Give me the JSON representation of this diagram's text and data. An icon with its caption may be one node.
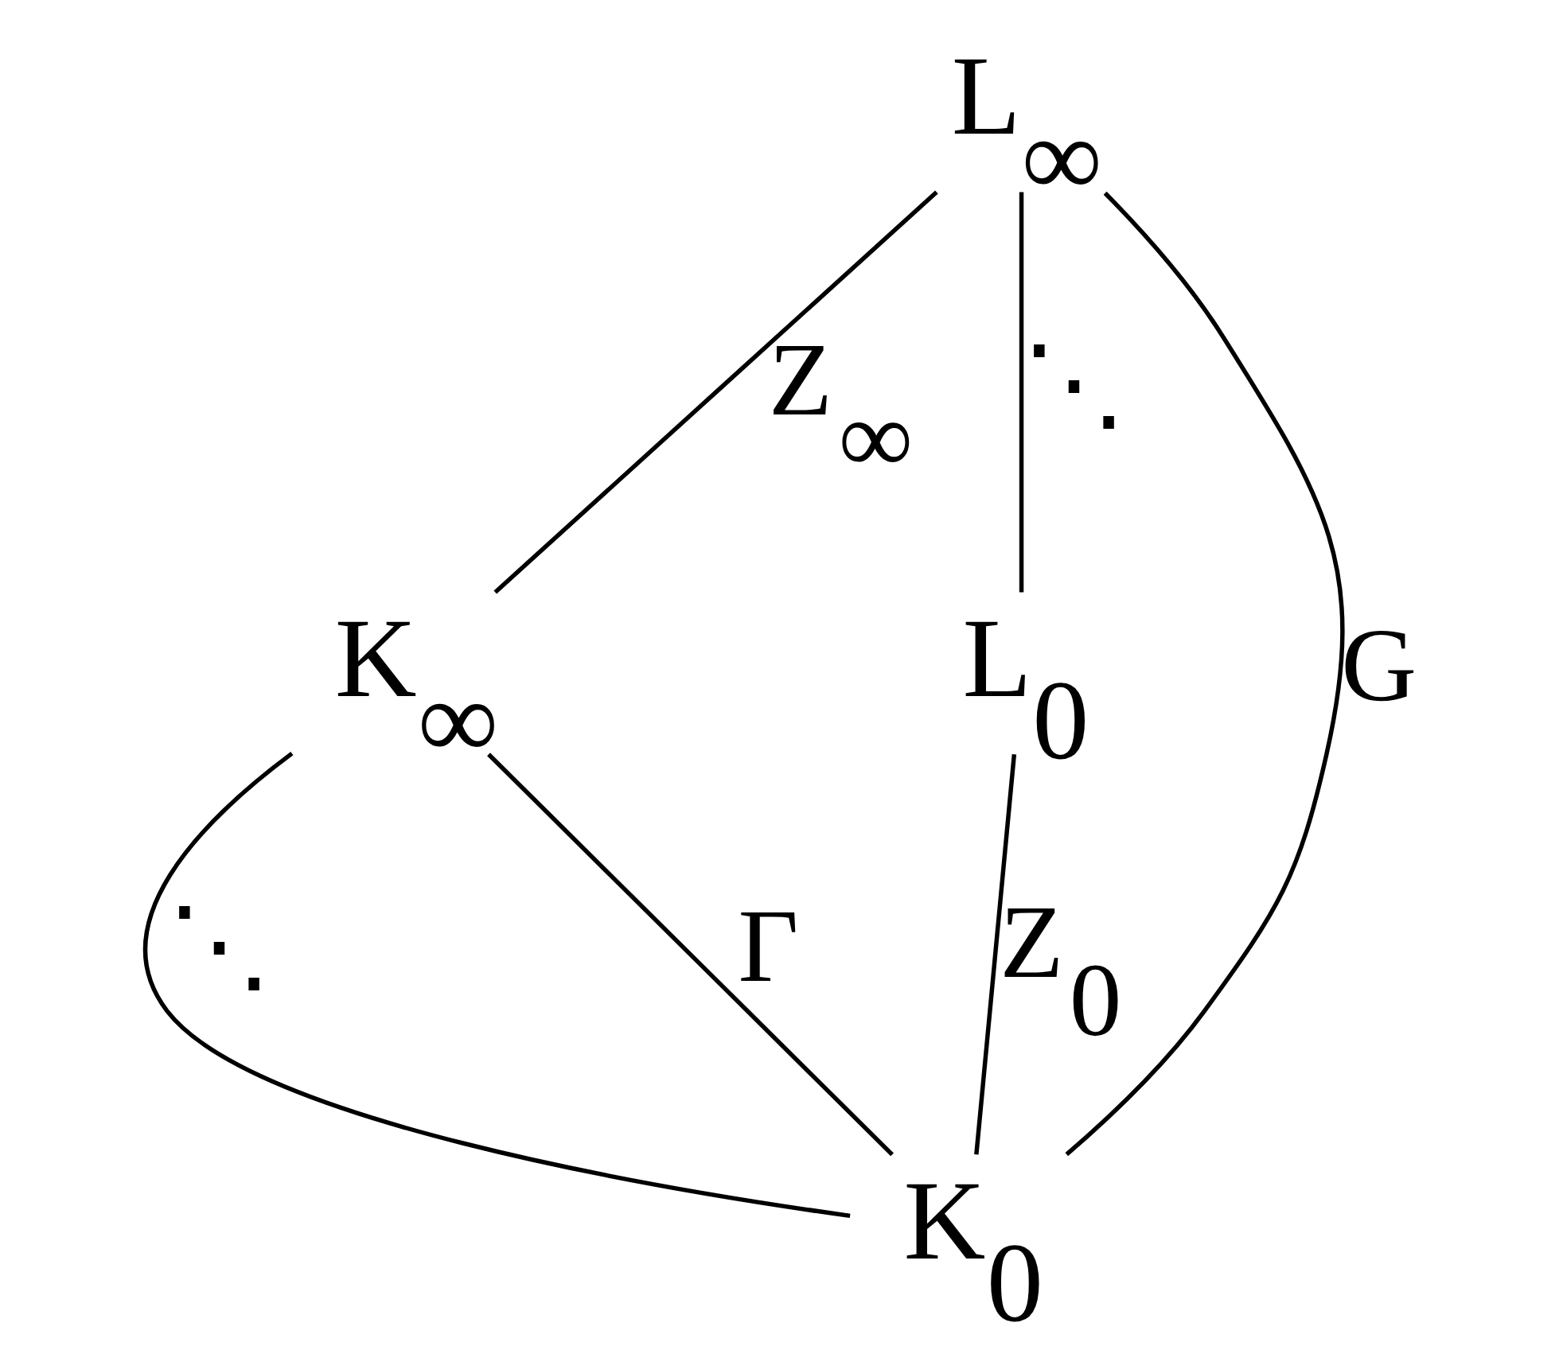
{
  "diagram": {
    "nodes": [
      {
        "text": [
          "L$_{∞}$"
        ]
      },
      {
        "text": [
          "K$_{∞}$"
        ]
      },
      {
        "text": [
          "L$_{0}$"
        ]
      },
      {
        "text": [
          "K$_{0}$"
        ]
      }
    ],
    "edges": [
      {
        "from": 0,
        "to": 1,
        "arrow": "none",
        "label": "Z$_{∞}$"
      },
      {
        "from": 0,
        "to": 2,
        "arrow": "none",
        "label": "⋱"
      },
      {
        "from": 1,
        "to": 3,
        "arrow": "none",
        "label": "⋱"
      },
      {
        "from": 2,
        "to": 3,
        "arrow": "none",
        "label": "Z$_{0}$"
      },
      {
        "from": 0,
        "to": 3,
        "arrow": "none",
        "label": "G"
      },
      {
        "from": 1,
        "to": 3,
        "arrow": "none",
        "label": "Γ"
      }
    ]
  }
}
